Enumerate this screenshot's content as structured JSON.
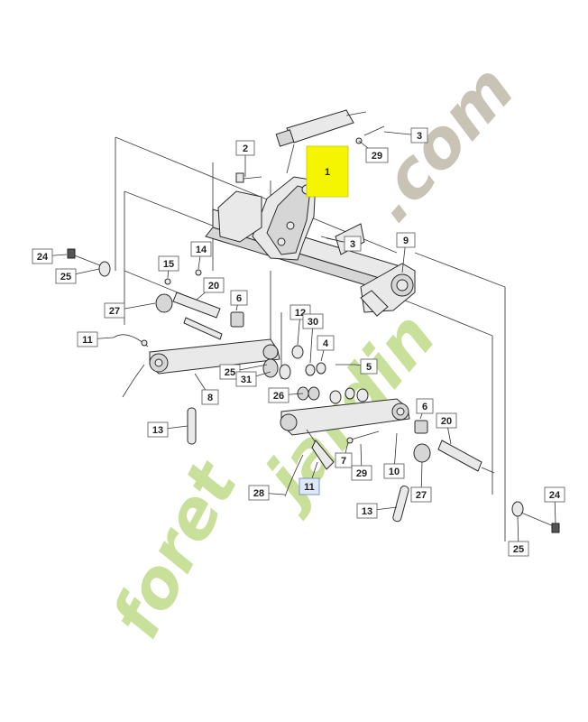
{
  "watermark": {
    "text_foret": "foret",
    "text_jardin": "jardin",
    "text_com": ".com",
    "color_green": "#c8e09a",
    "color_grey": "#c9c3b5"
  },
  "highlight_colors": {
    "primary": "#f5f500",
    "secondary": "#dfe8f6"
  },
  "callouts": [
    {
      "id": "c-1",
      "label": "1",
      "highlight": "primary"
    },
    {
      "id": "c-2",
      "label": "2"
    },
    {
      "id": "c-3a",
      "label": "3"
    },
    {
      "id": "c-29a",
      "label": "29"
    },
    {
      "id": "c-3b",
      "label": "3"
    },
    {
      "id": "c-9",
      "label": "9"
    },
    {
      "id": "c-24a",
      "label": "24"
    },
    {
      "id": "c-25a",
      "label": "25"
    },
    {
      "id": "c-14",
      "label": "14"
    },
    {
      "id": "c-15",
      "label": "15"
    },
    {
      "id": "c-20a",
      "label": "20"
    },
    {
      "id": "c-6a",
      "label": "6"
    },
    {
      "id": "c-27a",
      "label": "27"
    },
    {
      "id": "c-11a",
      "label": "11"
    },
    {
      "id": "c-12",
      "label": "12"
    },
    {
      "id": "c-30",
      "label": "30"
    },
    {
      "id": "c-4",
      "label": "4"
    },
    {
      "id": "c-5",
      "label": "5"
    },
    {
      "id": "c-25b",
      "label": "25"
    },
    {
      "id": "c-31",
      "label": "31"
    },
    {
      "id": "c-8",
      "label": "8"
    },
    {
      "id": "c-26",
      "label": "26"
    },
    {
      "id": "c-13a",
      "label": "13"
    },
    {
      "id": "c-6b",
      "label": "6"
    },
    {
      "id": "c-20b",
      "label": "20"
    },
    {
      "id": "c-7",
      "label": "7"
    },
    {
      "id": "c-29b",
      "label": "29"
    },
    {
      "id": "c-10",
      "label": "10"
    },
    {
      "id": "c-27b",
      "label": "27"
    },
    {
      "id": "c-28",
      "label": "28"
    },
    {
      "id": "c-11b",
      "label": "11",
      "highlight": "secondary"
    },
    {
      "id": "c-13b",
      "label": "13"
    },
    {
      "id": "c-24b",
      "label": "24"
    },
    {
      "id": "c-25c",
      "label": "25"
    }
  ]
}
